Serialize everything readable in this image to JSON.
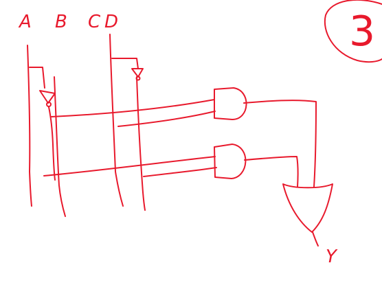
{
  "inputs": {
    "a": "A",
    "b": "B",
    "c": "C",
    "d": "D"
  },
  "output": {
    "y": "Y"
  },
  "problem_number": "3",
  "colors": {
    "ink": "#e8192c",
    "background": "#ffffff"
  },
  "gates": [
    "inverter",
    "inverter",
    "and",
    "and",
    "or"
  ]
}
